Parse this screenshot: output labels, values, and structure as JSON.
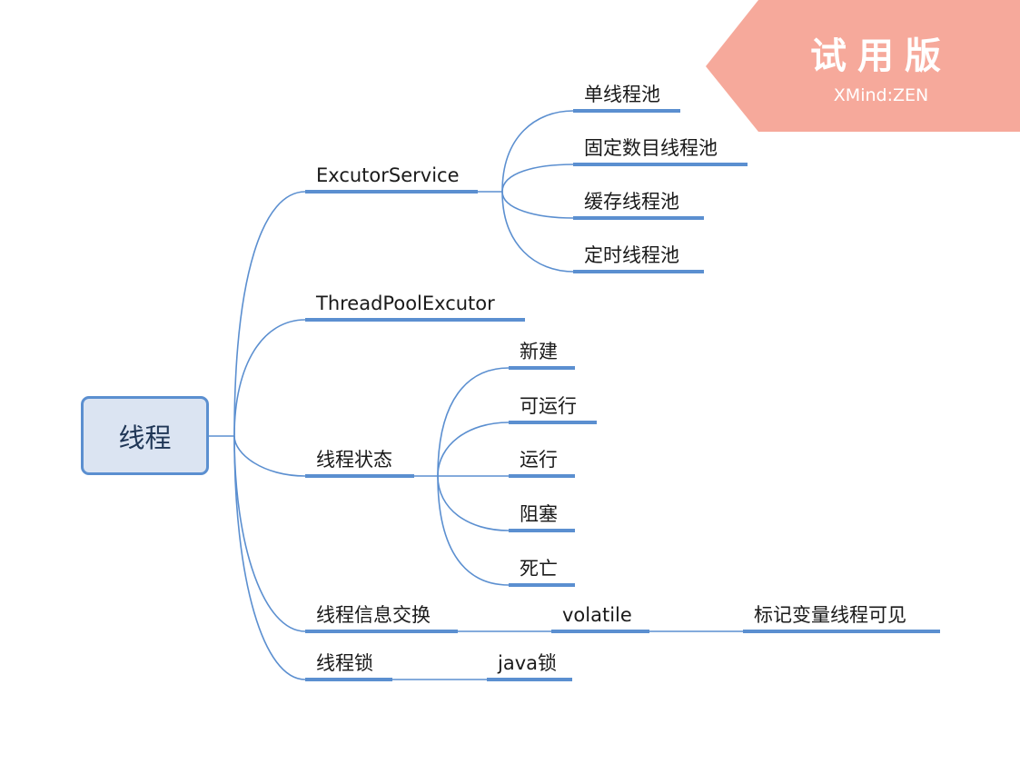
{
  "root": {
    "label": "线程"
  },
  "branches": {
    "executor_service": {
      "label": "ExcutorService",
      "children": [
        "单线程池",
        "固定数目线程池",
        "缓存线程池",
        "定时线程池"
      ]
    },
    "thread_pool_executor": {
      "label": "ThreadPoolExcutor"
    },
    "thread_state": {
      "label": "线程状态",
      "children": [
        "新建",
        "可运行",
        "运行",
        "阻塞",
        "死亡"
      ]
    },
    "thread_info_exchange": {
      "label": "线程信息交换",
      "child": "volatile",
      "grandchild": "标记变量线程可见"
    },
    "thread_lock": {
      "label": "线程锁",
      "child": "java锁"
    }
  },
  "watermark": {
    "title": "试用版",
    "subtitle": "XMind:ZEN"
  },
  "colors": {
    "line": "#5b8fd0",
    "root_fill": "#dbe4f2",
    "badge": "#f6a99b"
  }
}
